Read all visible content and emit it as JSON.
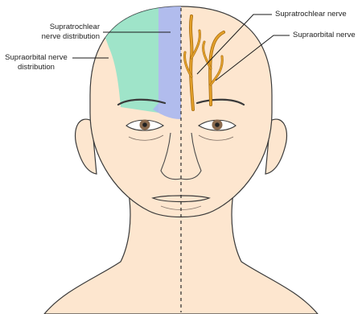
{
  "labels": {
    "supratrochlear_distribution_line1": "Supratrochlear",
    "supratrochlear_distribution_line2": "nerve distribution",
    "supraorbital_distribution_line1": "Supraorbital nerve",
    "supraorbital_distribution_line2": "distribution",
    "supratrochlear_nerve": "Supratrochlear nerve",
    "supraorbital_nerve": "Supraorbital nerve"
  },
  "colors": {
    "skin": "#fde6cf",
    "skin_outline": "#3a3a3a",
    "supratrochlear_zone": "#a9b7ef",
    "supraorbital_zone": "#8ee3c8",
    "nerve": "#e3a02a",
    "nerve_outline": "#a86d10",
    "leader_line": "#1a1a1a",
    "midline": "#2a2a2a"
  }
}
